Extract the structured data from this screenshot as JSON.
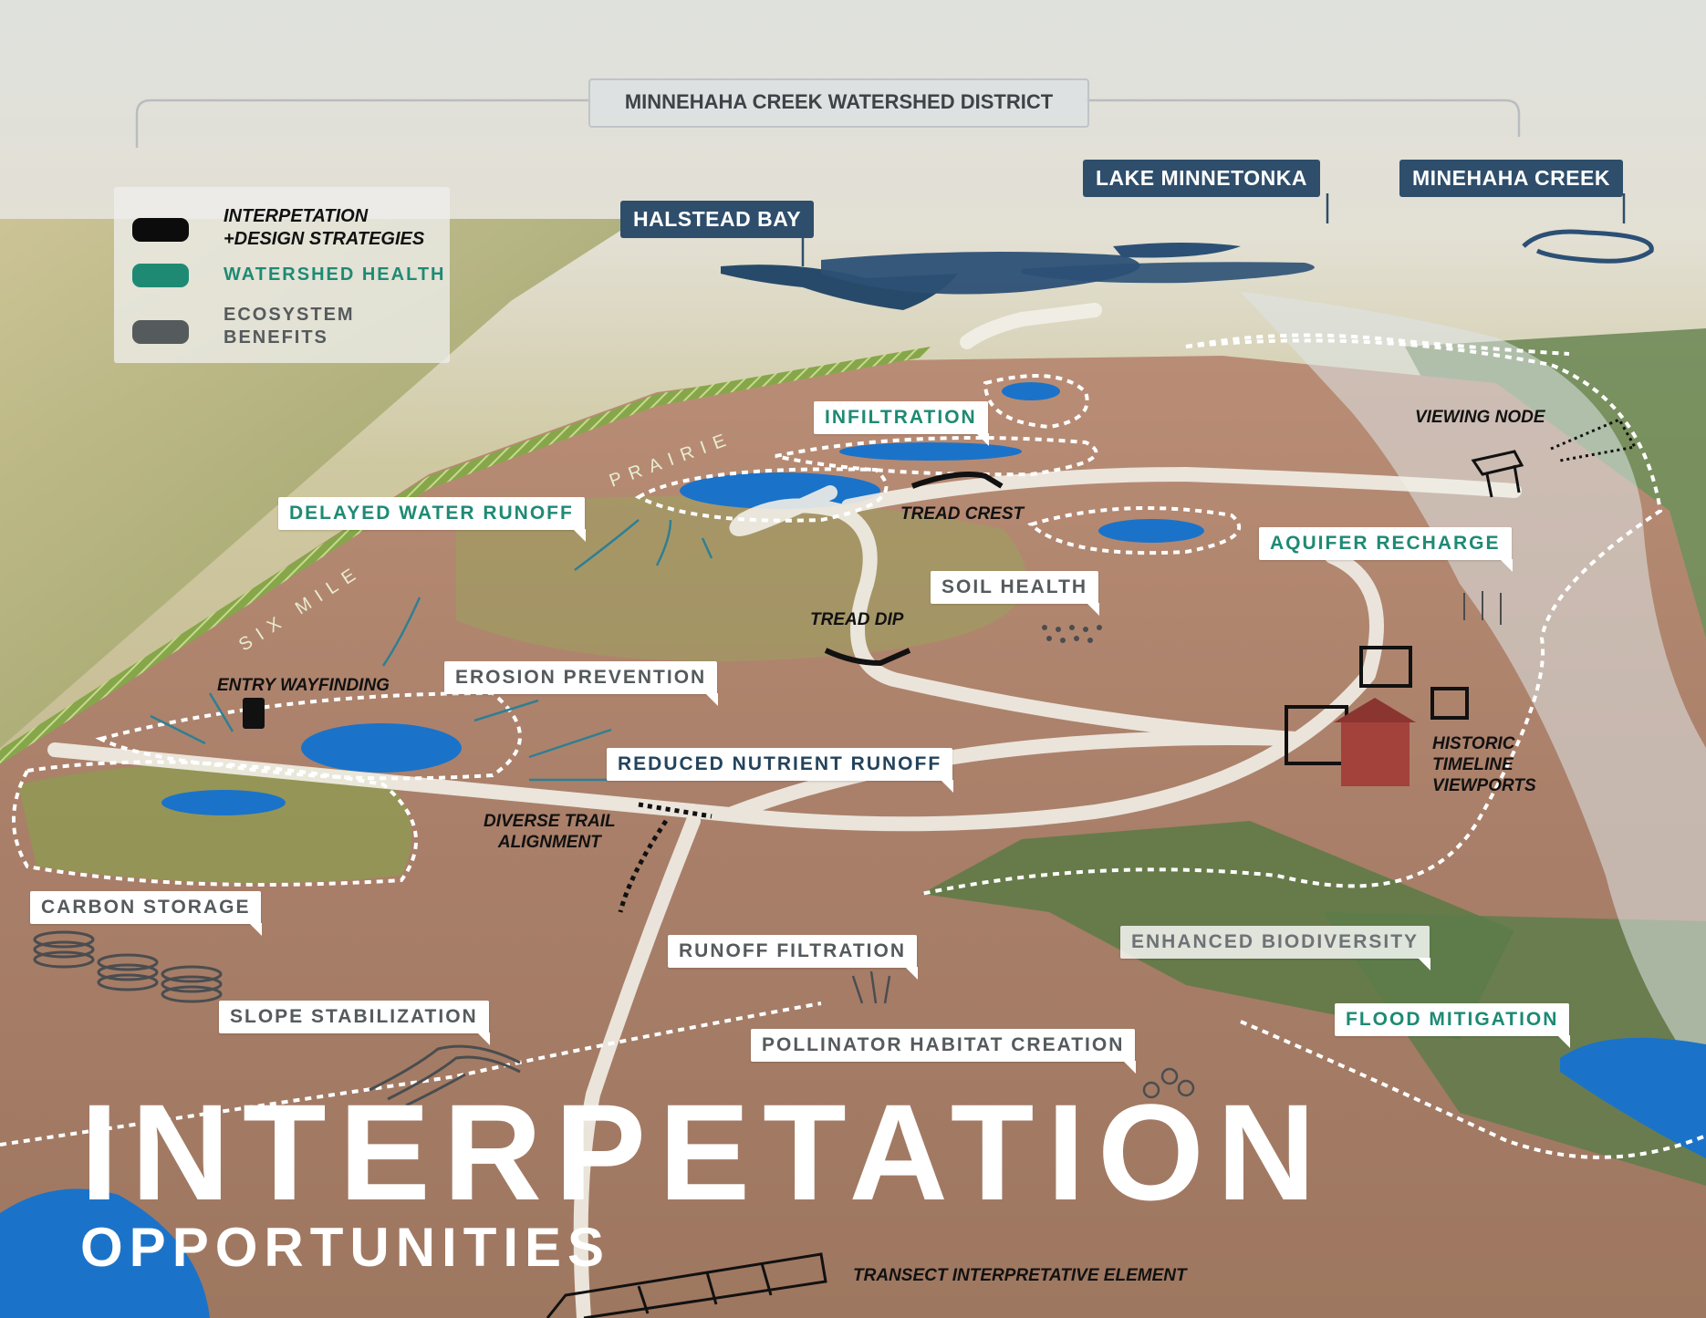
{
  "district": "MINNEHAHA CREEK WATERSHED DISTRICT",
  "water_bodies": {
    "halstead_bay": "HALSTEAD BAY",
    "lake_minnetonka": "LAKE MINNETONKA",
    "minehaha_creek": "MINEHAHA CREEK"
  },
  "legend": [
    {
      "label": "INTERPETATION\n+DESIGN STRATEGIES",
      "color": "#0c0c0c"
    },
    {
      "label": "WATERSHED HEALTH",
      "color": "#1e8a74"
    },
    {
      "label": "ECOSYSTEM\nBENEFITS",
      "color": "#555a5c"
    }
  ],
  "ridge_label": {
    "part1": "PRAIRIE",
    "part2": "SIX MILE"
  },
  "labels": {
    "infiltration": "INFILTRATION",
    "delayed_water_runoff": "DELAYED WATER RUNOFF",
    "aquifer_recharge": "AQUIFER RECHARGE",
    "soil_health": "SOIL HEALTH",
    "erosion_prevention": "EROSION PREVENTION",
    "reduced_nutrient_runoff": "REDUCED NUTRIENT RUNOFF",
    "carbon_storage": "CARBON STORAGE",
    "runoff_filtration": "RUNOFF FILTRATION",
    "enhanced_biodiversity": "ENHANCED BIODIVERSITY",
    "flood_mitigation": "FLOOD MITIGATION",
    "slope_stabilization": "SLOPE STABILIZATION",
    "pollinator_habitat_creation": "POLLINATOR HABITAT CREATION"
  },
  "strategies": {
    "viewing_node": "VIEWING NODE",
    "tread_crest": "TREAD CREST",
    "tread_dip": "TREAD DIP",
    "entry_wayfinding": "ENTRY WAYFINDING",
    "diverse_trail_alignment": "DIVERSE TRAIL\nALIGNMENT",
    "historic_timeline_viewports": "HISTORIC\nTIMELINE\nVIEWPORTS",
    "transect_interpretative_element": "TRANSECT INTERPRETATIVE ELEMENT"
  },
  "title": "INTERPETATION",
  "subtitle": "OPPORTUNITIES",
  "colors": {
    "watershed_green": "#1e8a74",
    "ecosystem_gray": "#555a5c",
    "navy": "#2e4e6b",
    "water_blue": "#1a73c9"
  }
}
